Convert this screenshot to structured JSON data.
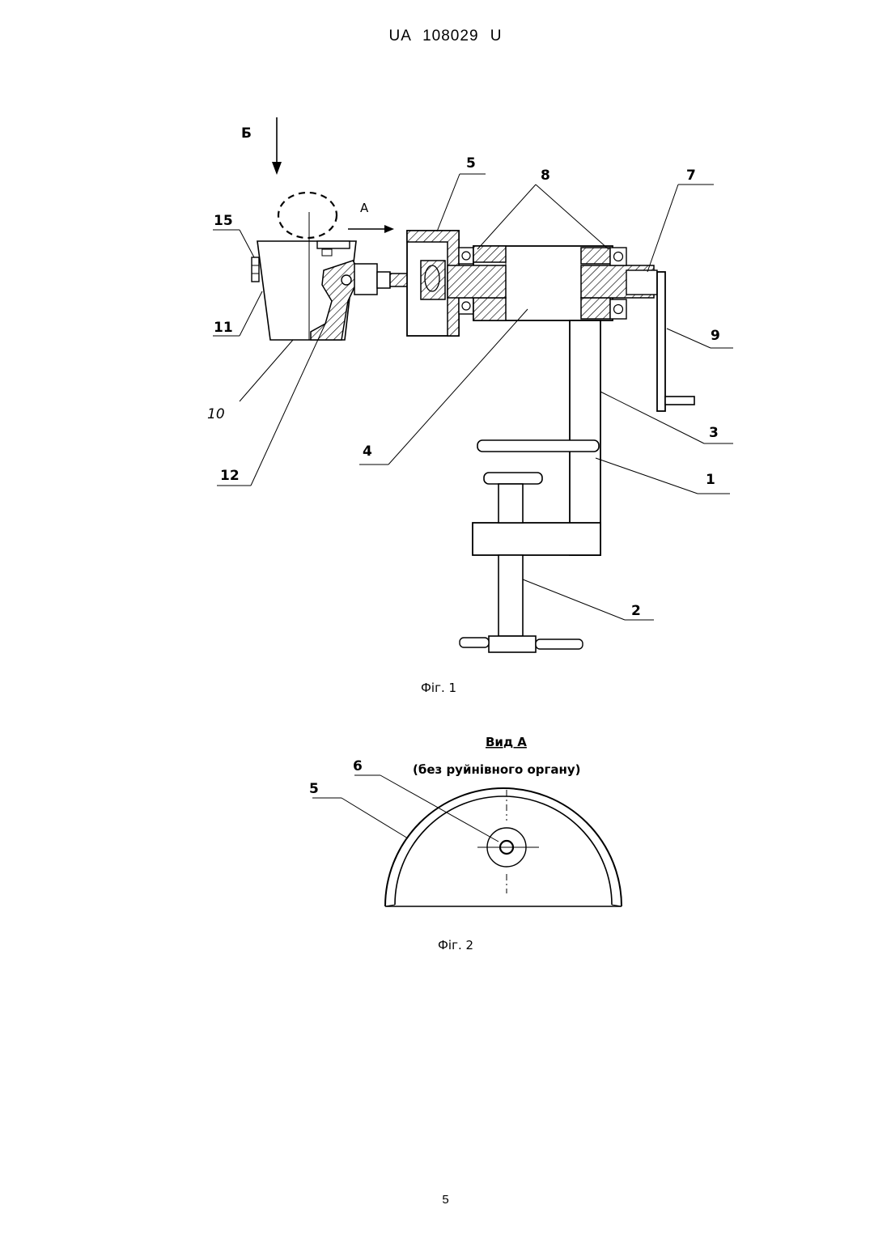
{
  "header": {
    "patent_number": "UA   108029   U"
  },
  "page_number": "5",
  "figure1": {
    "caption": "Фіг. 1",
    "view_b": "Б",
    "view_a": "А",
    "labels": {
      "l1": "1",
      "l2": "2",
      "l3": "3",
      "l4": "4",
      "l5": "5",
      "l7": "7",
      "l8": "8",
      "l9": "9",
      "l10": "10",
      "l11": "11",
      "l12": "12",
      "l15": "15"
    }
  },
  "figure2": {
    "caption": "Фіг. 2",
    "title": "Вид А",
    "subtitle": "(без руйнівного органу)",
    "labels": {
      "l5": "5",
      "l6": "6"
    }
  }
}
